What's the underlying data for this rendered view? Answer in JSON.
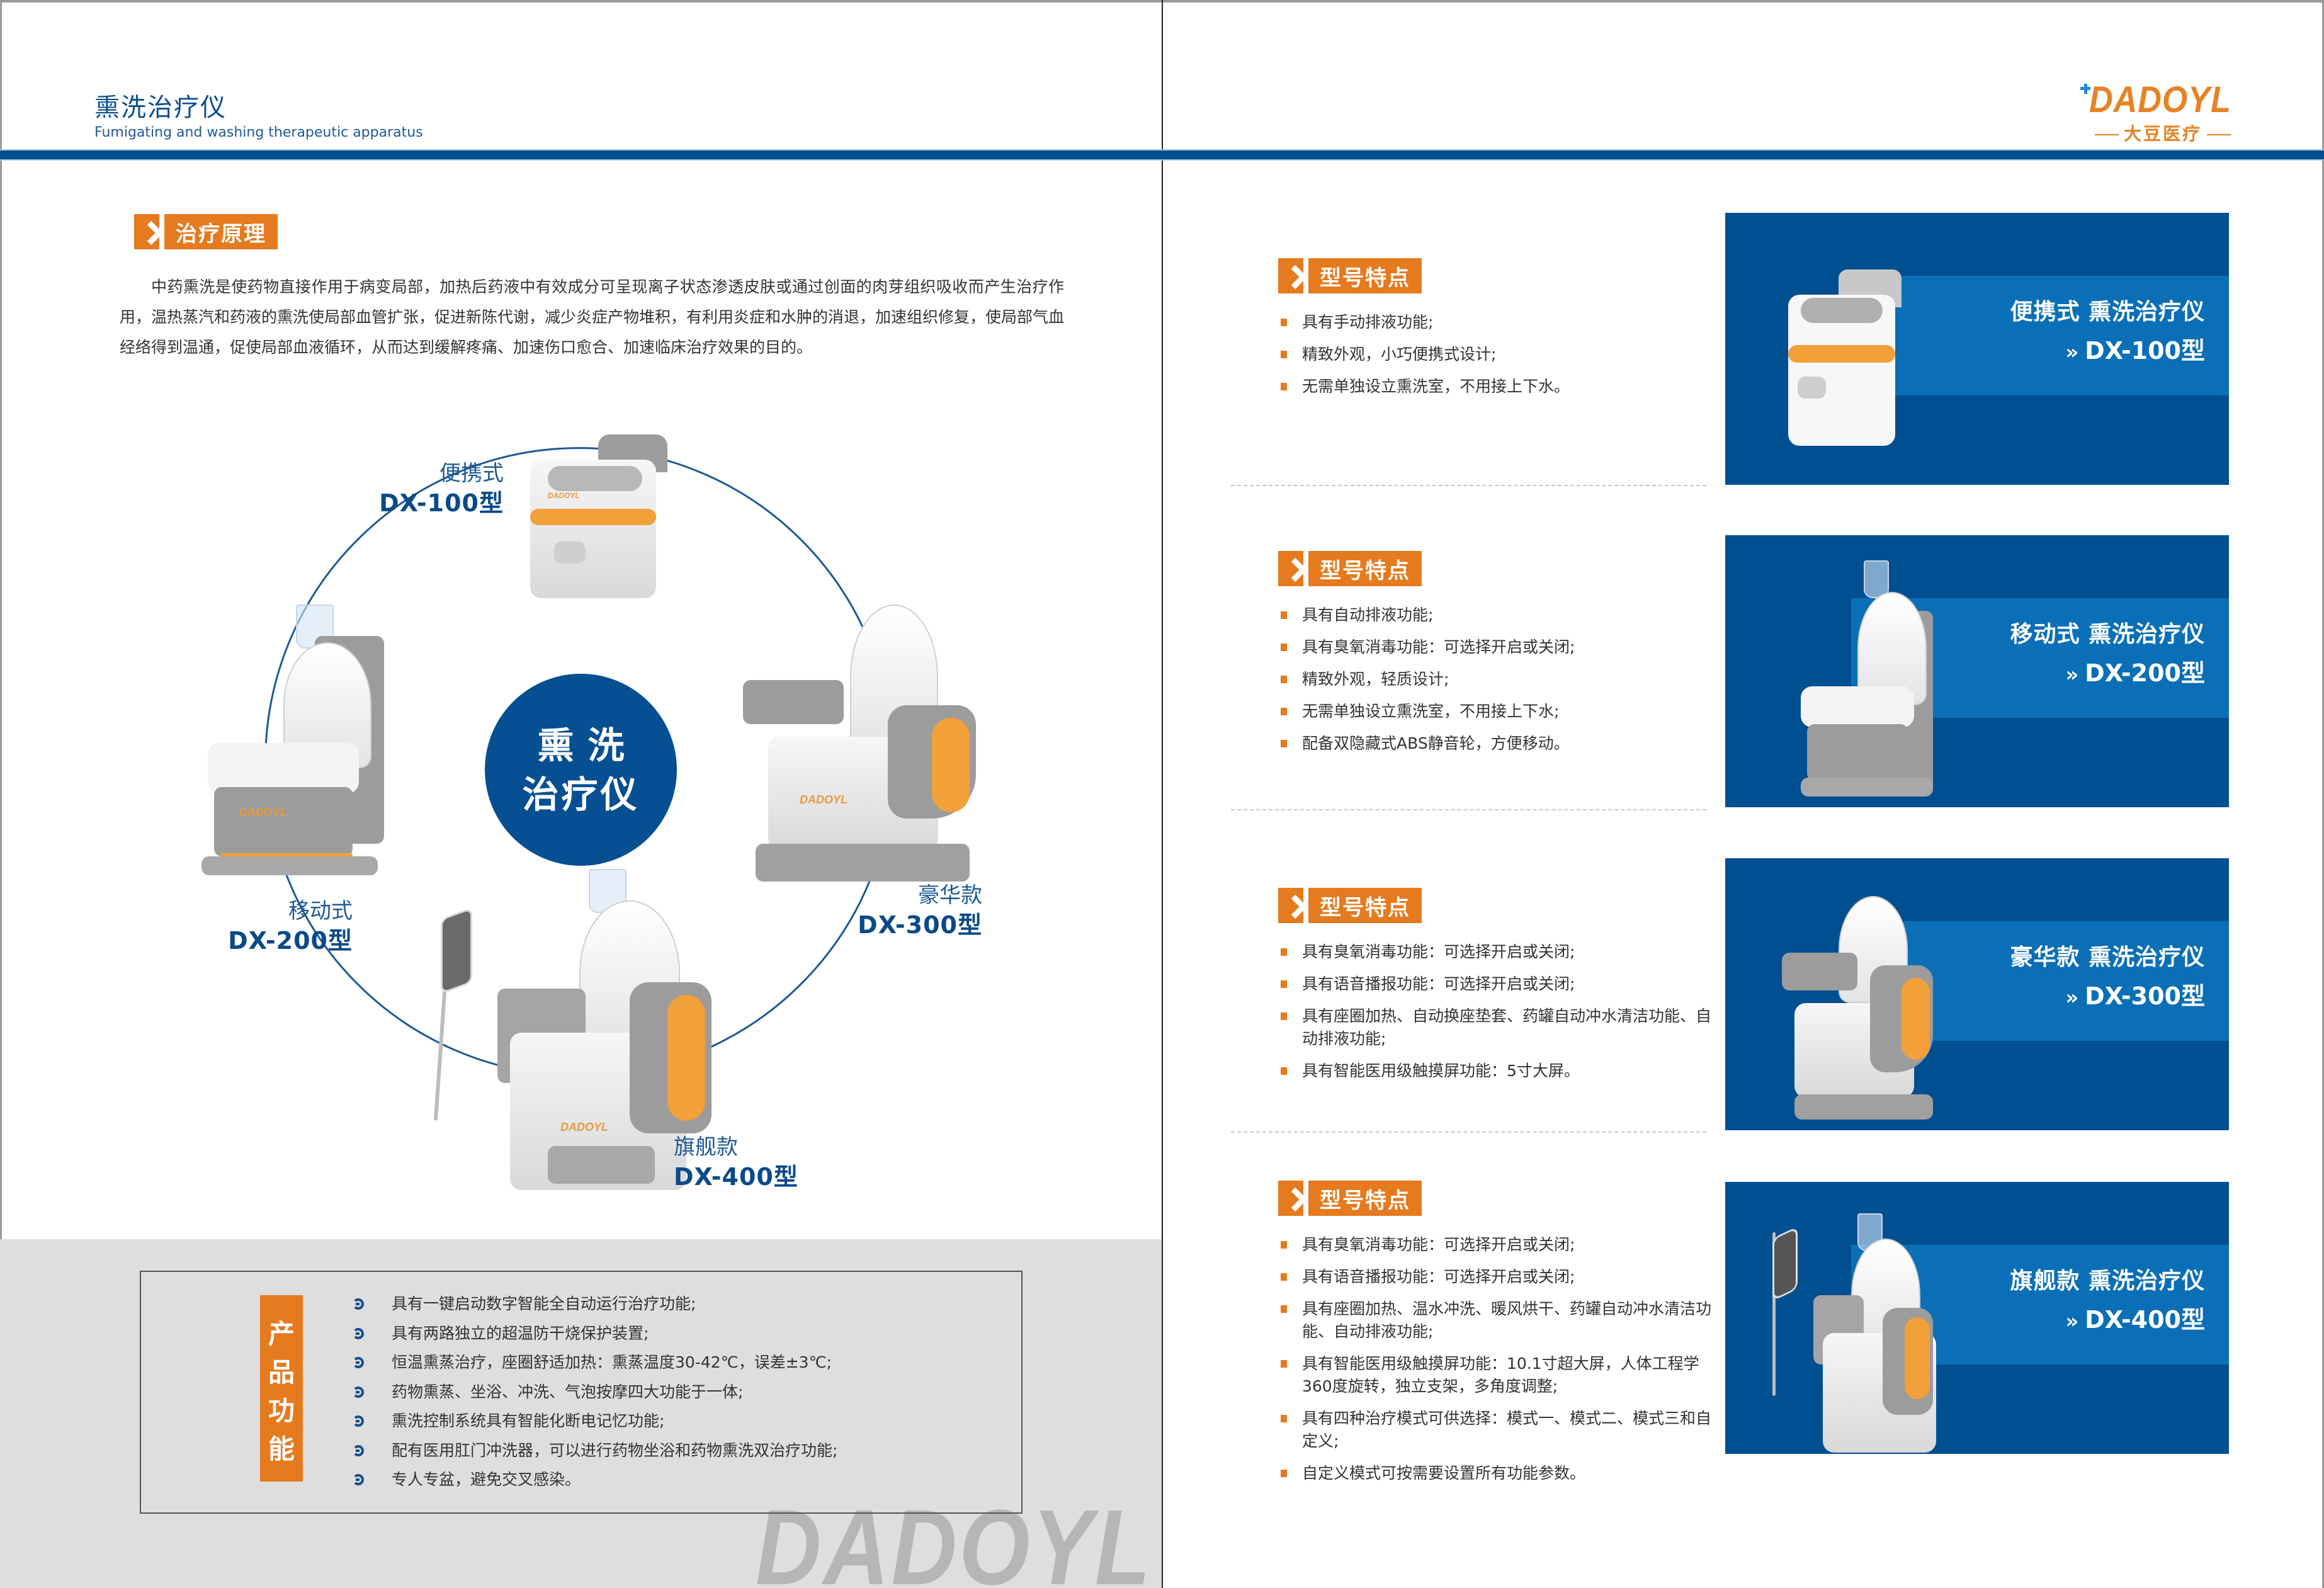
{
  "header": {
    "title": "熏洗治疗仪",
    "subtitle": "Fumigating and washing therapeutic apparatus",
    "logo": {
      "word": "DADOYL",
      "sub": "大豆医疗"
    },
    "colors": {
      "brand_blue": "#004f91",
      "accent_orange": "#e57a1e",
      "logo_orange": "#e68324"
    }
  },
  "principle": {
    "label": "治疗原理",
    "text": "中药熏洗是使药物直接作用于病变局部，加热后药液中有效成分可呈现离子状态渗透皮肤或通过创面的肉芽组织吸收而产生治疗作用，温热蒸汽和药液的熏洗使局部血管扩张，促进新陈代谢，减少炎症产物堆积，有利用炎症和水肿的消退，加速组织修复，使局部气血经络得到温通，促使局部血液循环，从而达到缓解疼痛、加速伤口愈合、加速临床治疗效果的目的。"
  },
  "diagram": {
    "hub_line1": "熏洗",
    "hub_line2": "治疗仪",
    "models": [
      {
        "type": "便携式",
        "code": "DX-100型"
      },
      {
        "type": "移动式",
        "code": "DX-200型"
      },
      {
        "type": "豪华款",
        "code": "DX-300型"
      },
      {
        "type": "旗舰款",
        "code": "DX-400型"
      }
    ],
    "device_brand": "DADOYL"
  },
  "functions": {
    "label_chars": [
      "产",
      "品",
      "功",
      "能"
    ],
    "items": [
      "具有一键启动数字智能全自动运行治疗功能;",
      "具有两路独立的超温防干烧保护装置;",
      "恒温熏蒸治疗，座圈舒适加热：熏蒸温度30-42℃，误差±3℃;",
      "药物熏蒸、坐浴、冲洗、气泡按摩四大功能于一体;",
      "熏洗控制系统具有智能化断电记忆功能;",
      "配有医用肛门冲洗器，可以进行药物坐浴和药物熏洗双治疗功能;",
      "专人专盆，避免交叉感染。"
    ],
    "watermark": "DADOYL"
  },
  "features": [
    {
      "label": "型号特点",
      "items": [
        "具有手动排液功能;",
        "精致外观，小巧便携式设计;",
        "无需单独设立熏洗室，不用接上下水。"
      ],
      "card": {
        "title": "便携式 熏洗治疗仪",
        "chevron": "»",
        "code": "DX-100型"
      }
    },
    {
      "label": "型号特点",
      "items": [
        "具有自动排液功能;",
        "具有臭氧消毒功能：可选择开启或关闭;",
        "精致外观，轻质设计;",
        "无需单独设立熏洗室，不用接上下水;",
        "配备双隐藏式ABS静音轮，方便移动。"
      ],
      "card": {
        "title": "移动式 熏洗治疗仪",
        "chevron": "»",
        "code": "DX-200型"
      }
    },
    {
      "label": "型号特点",
      "items": [
        "具有臭氧消毒功能：可选择开启或关闭;",
        "具有语音播报功能：可选择开启或关闭;",
        "具有座圈加热、自动换座垫套、药罐自动冲水清洁功能、自动排液功能;",
        "具有智能医用级触摸屏功能：5寸大屏。"
      ],
      "card": {
        "title": "豪华款 熏洗治疗仪",
        "chevron": "»",
        "code": "DX-300型"
      }
    },
    {
      "label": "型号特点",
      "items": [
        "具有臭氧消毒功能：可选择开启或关闭;",
        "具有语音播报功能：可选择开启或关闭;",
        "具有座圈加热、温水冲洗、暖风烘干、药罐自动冲水清洁功能、自动排液功能;",
        "具有智能医用级触摸屏功能：10.1寸超大屏，人体工程学360度旋转，独立支架，多角度调整;",
        "具有四种治疗模式可供选择：模式一、模式二、模式三和自定义;",
        "自定义模式可按需要设置所有功能参数。"
      ],
      "card": {
        "title": "旗舰款 熏洗治疗仪",
        "chevron": "»",
        "code": "DX-400型"
      }
    }
  ]
}
